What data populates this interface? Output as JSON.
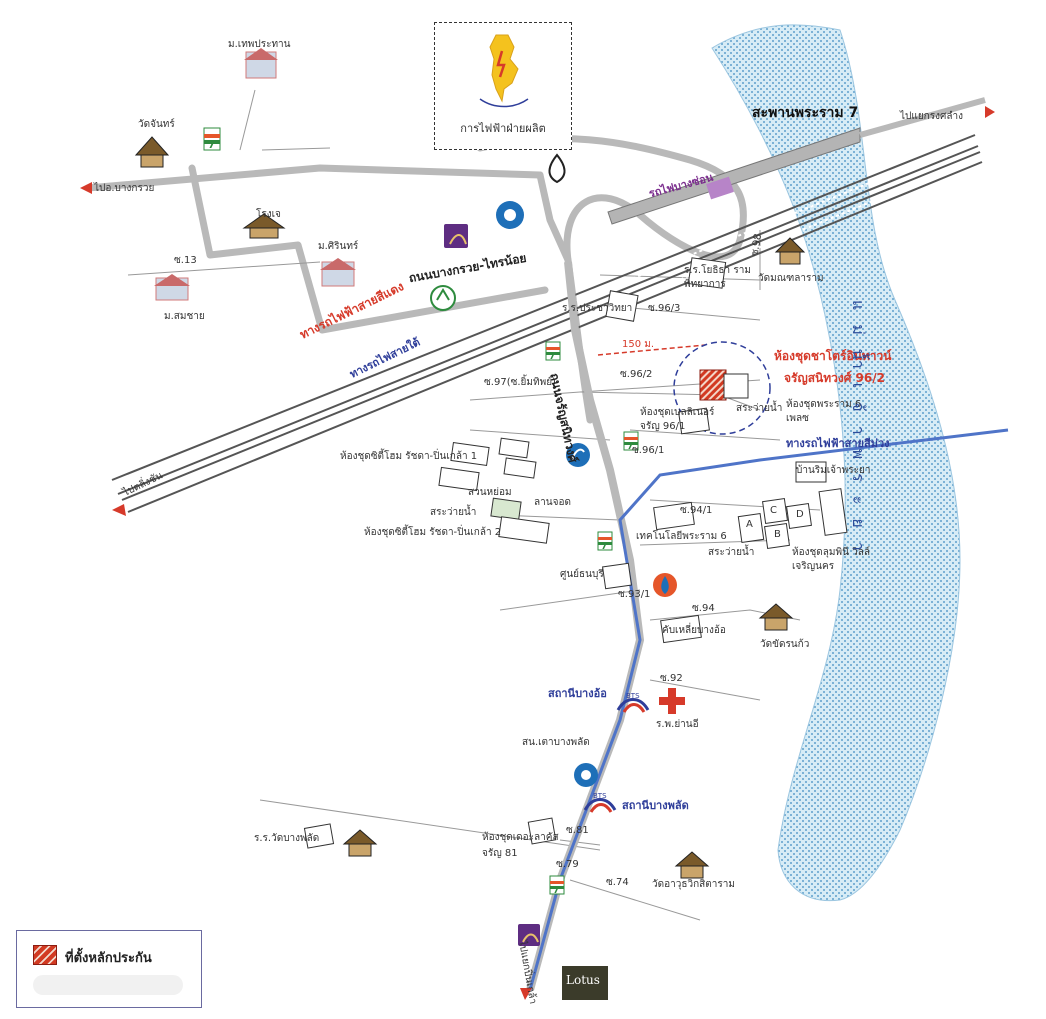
{
  "labels": {
    "egat": "การไฟฟ้าฝ่ายผลิต",
    "m_thepprathan": "ม.เทพประทาน",
    "wat_chanthon": "วัดจันทร์",
    "to_bangkruai": "ไปอ.บางกรวย",
    "rongje": "โรงเจ",
    "m_sirinthip": "ม.ศิรินทร์",
    "soi_13": "ซ.13",
    "m_somchai": "ม.สมชาย",
    "road_bangkruai": "ถนนบางกรวย-ไทรน้อย",
    "bridge": "สะพานพระราม 7",
    "to_klongsam": "ไปแยกรงศลำง",
    "station_bangson": "รถไฟบางซ่อน",
    "soi_98": "ซ.98",
    "ror_ror_school": "ร.ร.โยธิธา รามพิทยาการ",
    "wat_mongkhon": "วัดมณฑลาราม",
    "ror_ror_prachaphiwat": "ร.ร.ประชาวิทยา",
    "soi_96_3": "ซ.96/3",
    "red_line": "ทางรถไฟฟ้าสายสีแดง",
    "railway": "ทางรถไฟสายใต้",
    "dist_150": "150 ม.",
    "soi_96_2": "ซ.96/2",
    "soi_97": "ซ.97(ซ.ยิ้มทิพย์)",
    "condo_main_1": "ห้องชุดชาโตร์อินทาวน์",
    "condo_main_2": "จรัญสนิทวงศ์ 96/2",
    "road_charan": "ถนนจรัญสนิทวงศ์",
    "condo_bellini": "ห้องชุดเบลลิเนอร์ จรัญ 96/1",
    "pool": "สระว่ายน้ำ",
    "condo_rama6": "ห้องชุดพระราม 6 เพลซ",
    "purple_line": "ทางรถไฟฟ้าสายสีม่วง",
    "soi_96_1": "ซ.96/1",
    "to_riverside": "บ้านริมเจ้าพระยา",
    "condo_city_home_1": "ห้องชุดซิตี้โฮม รัชดา-ปิ่นเกล้า 1",
    "garden": "สวนหย่อม",
    "pool2": "สระว่ายน้ำ",
    "rooftop": "ลานจอด",
    "condo_city_home_2": "ห้องชุดซิตี้โฮม รัชดา-ปิ่นเกล้า 2",
    "soi_94_1": "ซ.94/1",
    "tech_rama6": "เทคโนโลยีพระราม 6",
    "pool3": "สระว่ายน้ำ",
    "condo_lumpini": "ห้องชุดลุมพินี วิลล์ เจริญนคร",
    "sign_a": "A",
    "sign_b": "B",
    "sign_c": "C",
    "sign_d": "D",
    "soi_93_1": "ซ.93/1",
    "center_bangpho": "ศูนย์ธนบุรี",
    "soi_94": "ซ.94",
    "club_bangpho": "คับเหลี่ยบางอ้อ",
    "wat_khrua": "วัดขัดรนก้ว",
    "soi_92": "ซ.92",
    "station_bangor": "สถานีบางอ้อ",
    "hospital": "ร.พ.ย่านอี",
    "police": "สน.เตาบางพลัด",
    "station_bangphlat": "สถานีบางพลัด",
    "ror_ror_wat": "ร.ร.วัดบางพลัด",
    "soi_81": "ซ.81",
    "condo_lakeside": "ห้องชุดเดอะลาคัส จรัญ 81",
    "soi_79": "ซ.79",
    "soi_74": "ซ.74",
    "wat_uttama": "วัดอาวุธวิกสิตาราม",
    "to_taling": "ไปตลิ่งชัน",
    "to_pinklao": "ไปแยกปิ่นเกล้า",
    "river": "แม่น้ำเจ้าพระยา",
    "lotus": "Lotus"
  },
  "legend": {
    "text": "ที่ตั้งหลักประกัน"
  },
  "colors": {
    "road": "#b9b9b9",
    "river": "#cfe6f2",
    "river_dot": "#6aa8cf",
    "purple_line": "#4f74c8",
    "red": "#d63a2a",
    "blue_text": "#2f3e9a",
    "seven_eleven_green": "#2e8b3e",
    "seven_eleven_orange": "#e5562a"
  }
}
